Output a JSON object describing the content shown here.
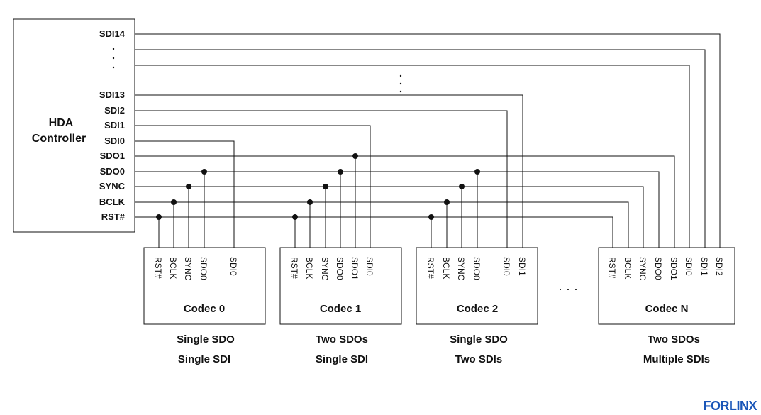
{
  "controller": {
    "title_line1": "HDA",
    "title_line2": "Controller",
    "pins": [
      "SDI14",
      "SDI13",
      "SDI2",
      "SDI1",
      "SDI0",
      "SDO1",
      "SDO0",
      "SYNC",
      "BCLK",
      "RST#"
    ]
  },
  "codecs": [
    {
      "name": "Codec 0",
      "pins": [
        "RST#",
        "BCLK",
        "SYNC",
        "SDO0",
        "SDI0"
      ],
      "caption1": "Single SDO",
      "caption2": "Single SDI"
    },
    {
      "name": "Codec 1",
      "pins": [
        "RST#",
        "BCLK",
        "SYNC",
        "SDO0",
        "SDO1",
        "SDI0"
      ],
      "caption1": "Two SDOs",
      "caption2": "Single SDI"
    },
    {
      "name": "Codec 2",
      "pins": [
        "RST#",
        "BCLK",
        "SYNC",
        "SDO0",
        "SDI0",
        "SDI1"
      ],
      "caption1": "Single SDO",
      "caption2": "Two SDIs"
    },
    {
      "name": "Codec N",
      "pins": [
        "RST#",
        "BCLK",
        "SYNC",
        "SDO0",
        "SDO1",
        "SDI0",
        "SDI1",
        "SDI2"
      ],
      "caption1": "Two SDOs",
      "caption2": "Multiple SDIs"
    }
  ],
  "ellipsis": "· · ·",
  "brand": "FORLINX"
}
